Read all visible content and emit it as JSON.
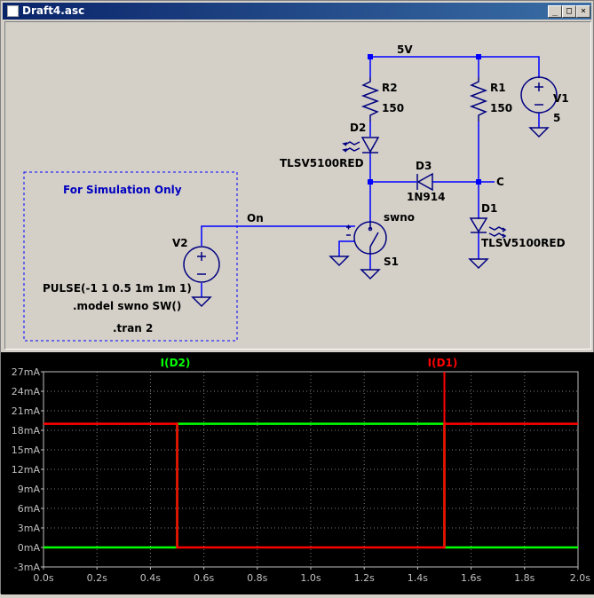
{
  "window": {
    "title": "Draft4.asc",
    "min_glyph": "_",
    "max_glyph": "□",
    "close_glyph": "×"
  },
  "schematic": {
    "net_5v": "5V",
    "r2": {
      "name": "R2",
      "value": "150"
    },
    "r1": {
      "name": "R1",
      "value": "150"
    },
    "v1": {
      "name": "V1",
      "value": "5"
    },
    "d2": {
      "name": "D2",
      "model": "TLSV5100RED"
    },
    "d3": {
      "name": "D3",
      "model": "1N914"
    },
    "d1": {
      "name": "D1",
      "model": "TLSV5100RED"
    },
    "net_c": "C",
    "net_on": "On",
    "s1": {
      "name": "S1",
      "model": "swno"
    },
    "v2": {
      "name": "V2"
    },
    "sim_box": {
      "title": "For Simulation Only",
      "pulse": "PULSE(-1 1 0.5 1m 1m 1)",
      "model": ".model swno SW()",
      "tran": ".tran 2"
    },
    "colors": {
      "wire": "#0000ff",
      "component": "#000080",
      "text": "#000000",
      "sim_title": "#0000c0"
    }
  },
  "chart_data": {
    "type": "line",
    "title": "",
    "xlabel": "",
    "ylabel": "",
    "xlim": [
      0,
      2.0
    ],
    "ylim": [
      -3,
      27
    ],
    "x_ticks": [
      "0.0s",
      "0.2s",
      "0.4s",
      "0.6s",
      "0.8s",
      "1.0s",
      "1.2s",
      "1.4s",
      "1.6s",
      "1.8s",
      "2.0s"
    ],
    "y_ticks": [
      "-3mA",
      "0mA",
      "3mA",
      "6mA",
      "9mA",
      "12mA",
      "15mA",
      "18mA",
      "21mA",
      "24mA",
      "27mA"
    ],
    "grid": true,
    "series": [
      {
        "name": "I(D2)",
        "color": "#00ff00",
        "x": [
          0,
          0.5,
          0.5,
          1.5,
          1.5,
          2.0
        ],
        "y": [
          0,
          0,
          19,
          19,
          0,
          0
        ]
      },
      {
        "name": "I(D1)",
        "color": "#ff0000",
        "x": [
          0,
          0.5,
          0.5,
          1.5,
          1.5,
          2.0
        ],
        "y": [
          19,
          19,
          0,
          0,
          19,
          19
        ]
      }
    ],
    "spike": {
      "series": "I(D1)",
      "x": 1.5,
      "y": 27
    }
  }
}
